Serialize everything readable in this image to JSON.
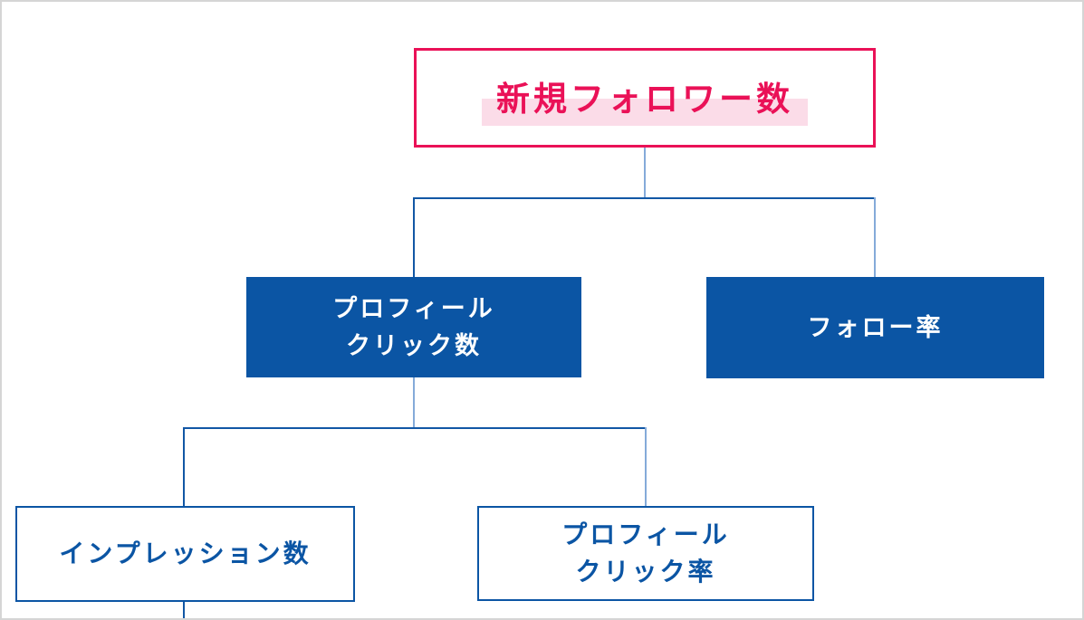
{
  "diagram": {
    "type": "kpi-tree",
    "nodes": {
      "root": {
        "label": "新規フォロワー数"
      },
      "profile_clicks": {
        "line1": "プロフィール",
        "line2": "クリック数"
      },
      "follow_rate": {
        "label": "フォロー率"
      },
      "impressions": {
        "label": "インプレッション数"
      },
      "profile_click_rate": {
        "line1": "プロフィール",
        "line2": "クリック率"
      }
    },
    "edges": [
      [
        "root",
        "profile_clicks"
      ],
      [
        "root",
        "follow_rate"
      ],
      [
        "profile_clicks",
        "impressions"
      ],
      [
        "profile_clicks",
        "profile_click_rate"
      ],
      [
        "impressions",
        "(continues below canvas)"
      ]
    ]
  },
  "colors": {
    "accent_pink": "#ea1157",
    "highlight_pink": "#fbdce8",
    "primary_blue": "#0b55a4",
    "line_blue": "#1257a5",
    "line_blue_light": "#85abd9",
    "frame_gray": "#d5d5d5"
  }
}
